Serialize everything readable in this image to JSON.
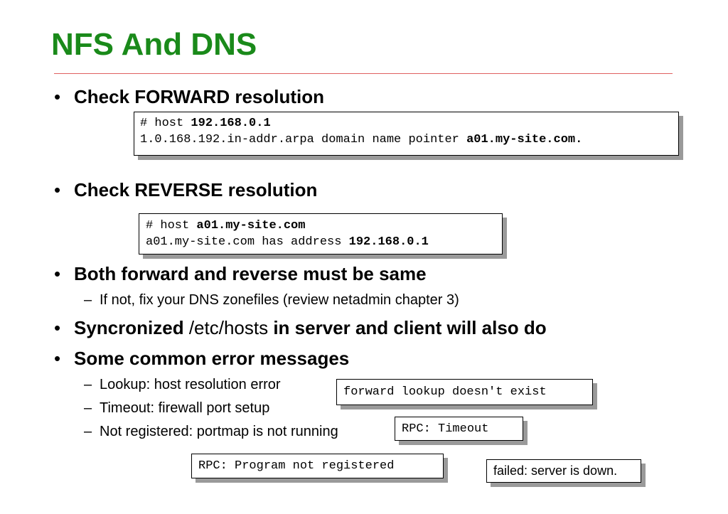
{
  "slide": {
    "title": "NFS And DNS",
    "bullets": {
      "forward": "Check FORWARD resolution",
      "reverse": "Check REVERSE resolution",
      "same": "Both forward and reverse must be same",
      "same_sub": "If not, fix your DNS zonefiles (review netadmin chapter 3)",
      "sync_a": "Syncronized",
      "sync_b": " /etc/hosts ",
      "sync_c": "in server and client will also do",
      "errors": "Some common error messages"
    },
    "error_subs": [
      "Lookup: host resolution error",
      "Timeout: firewall port setup",
      "Not registered: portmap is not running"
    ]
  },
  "boxes": {
    "forward": {
      "l1_prefix": "# host ",
      "l1_bold": "192.168.0.1",
      "l2_prefix": "1.0.168.192.in-addr.arpa domain name pointer ",
      "l2_bold": "a01.my-site.com."
    },
    "reverse": {
      "l1_prefix": "# host ",
      "l1_bold": "a01.my-site.com",
      "l2_prefix": "a01.my-site.com has address ",
      "l2_bold": "192.168.0.1"
    },
    "lookup_error": "forward lookup doesn't exist",
    "rpc_timeout": "RPC: Timeout",
    "rpc_not_registered": "RPC: Program not registered",
    "server_down": "failed: server is down."
  }
}
